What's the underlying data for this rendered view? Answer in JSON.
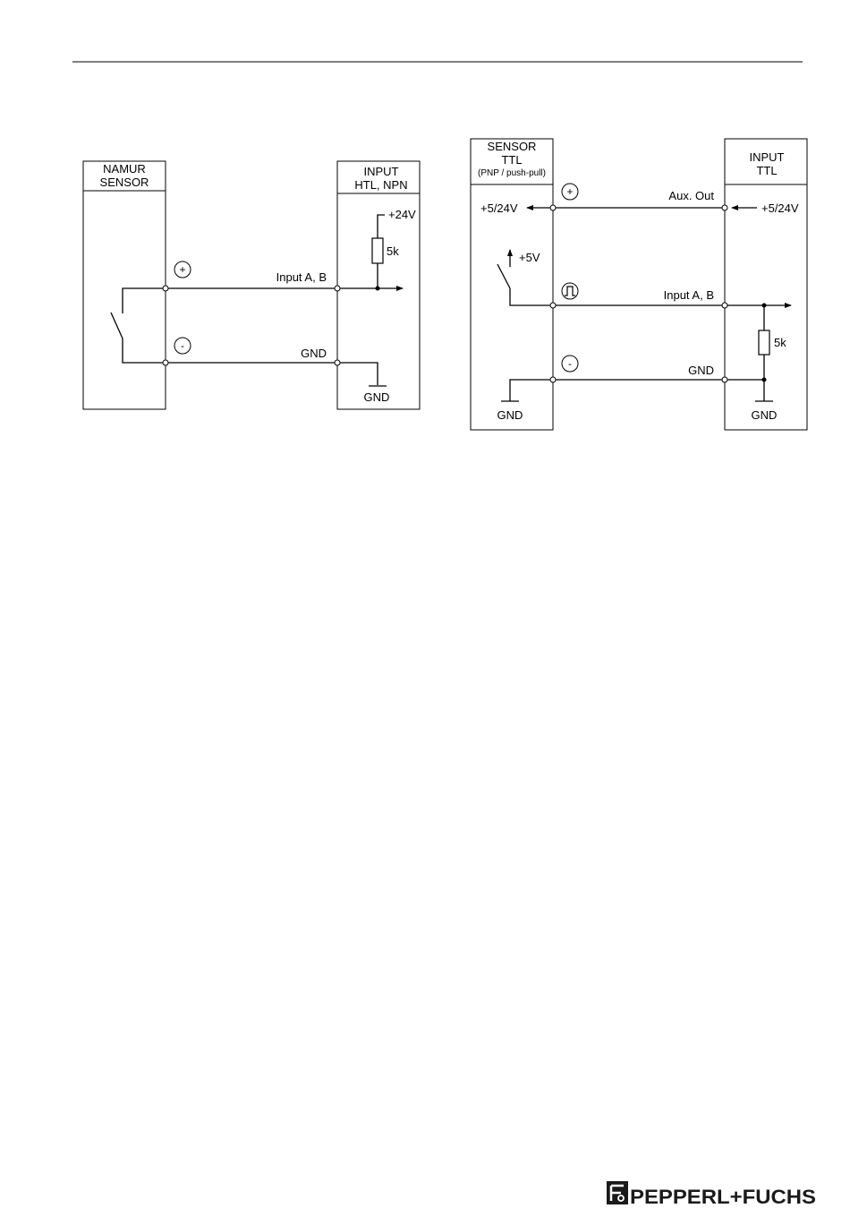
{
  "left_diagram": {
    "sensor_box": [
      "NAMUR",
      "SENSOR"
    ],
    "input_box": [
      "INPUT",
      "HTL, NPN"
    ],
    "plus_symbol": "+",
    "minus_symbol": "-",
    "signal_label": "Input A, B",
    "gnd_wire_label": "GND",
    "supply_label": "+24V",
    "resistor_label": "5k",
    "gnd_symbol_label": "GND"
  },
  "right_diagram": {
    "sensor_box": [
      "SENSOR",
      "TTL",
      "(PNP / push-pull)"
    ],
    "input_box": [
      "INPUT",
      "TTL"
    ],
    "plus_symbol": "+",
    "minus_symbol": "-",
    "supply_left_label": "+5/24V",
    "aux_label": "Aux. Out",
    "supply_right_label": "+5/24V",
    "switch_supply_label": "+5V",
    "signal_label": "Input A, B",
    "resistor_label": "5k",
    "gnd_wire_label": "GND",
    "gnd_left_label": "GND",
    "gnd_right_label": "GND"
  },
  "footer": {
    "logo_text": "PEPPERL+FUCHS",
    "logo_icon": "pepperl-fuchs-logo-icon"
  }
}
